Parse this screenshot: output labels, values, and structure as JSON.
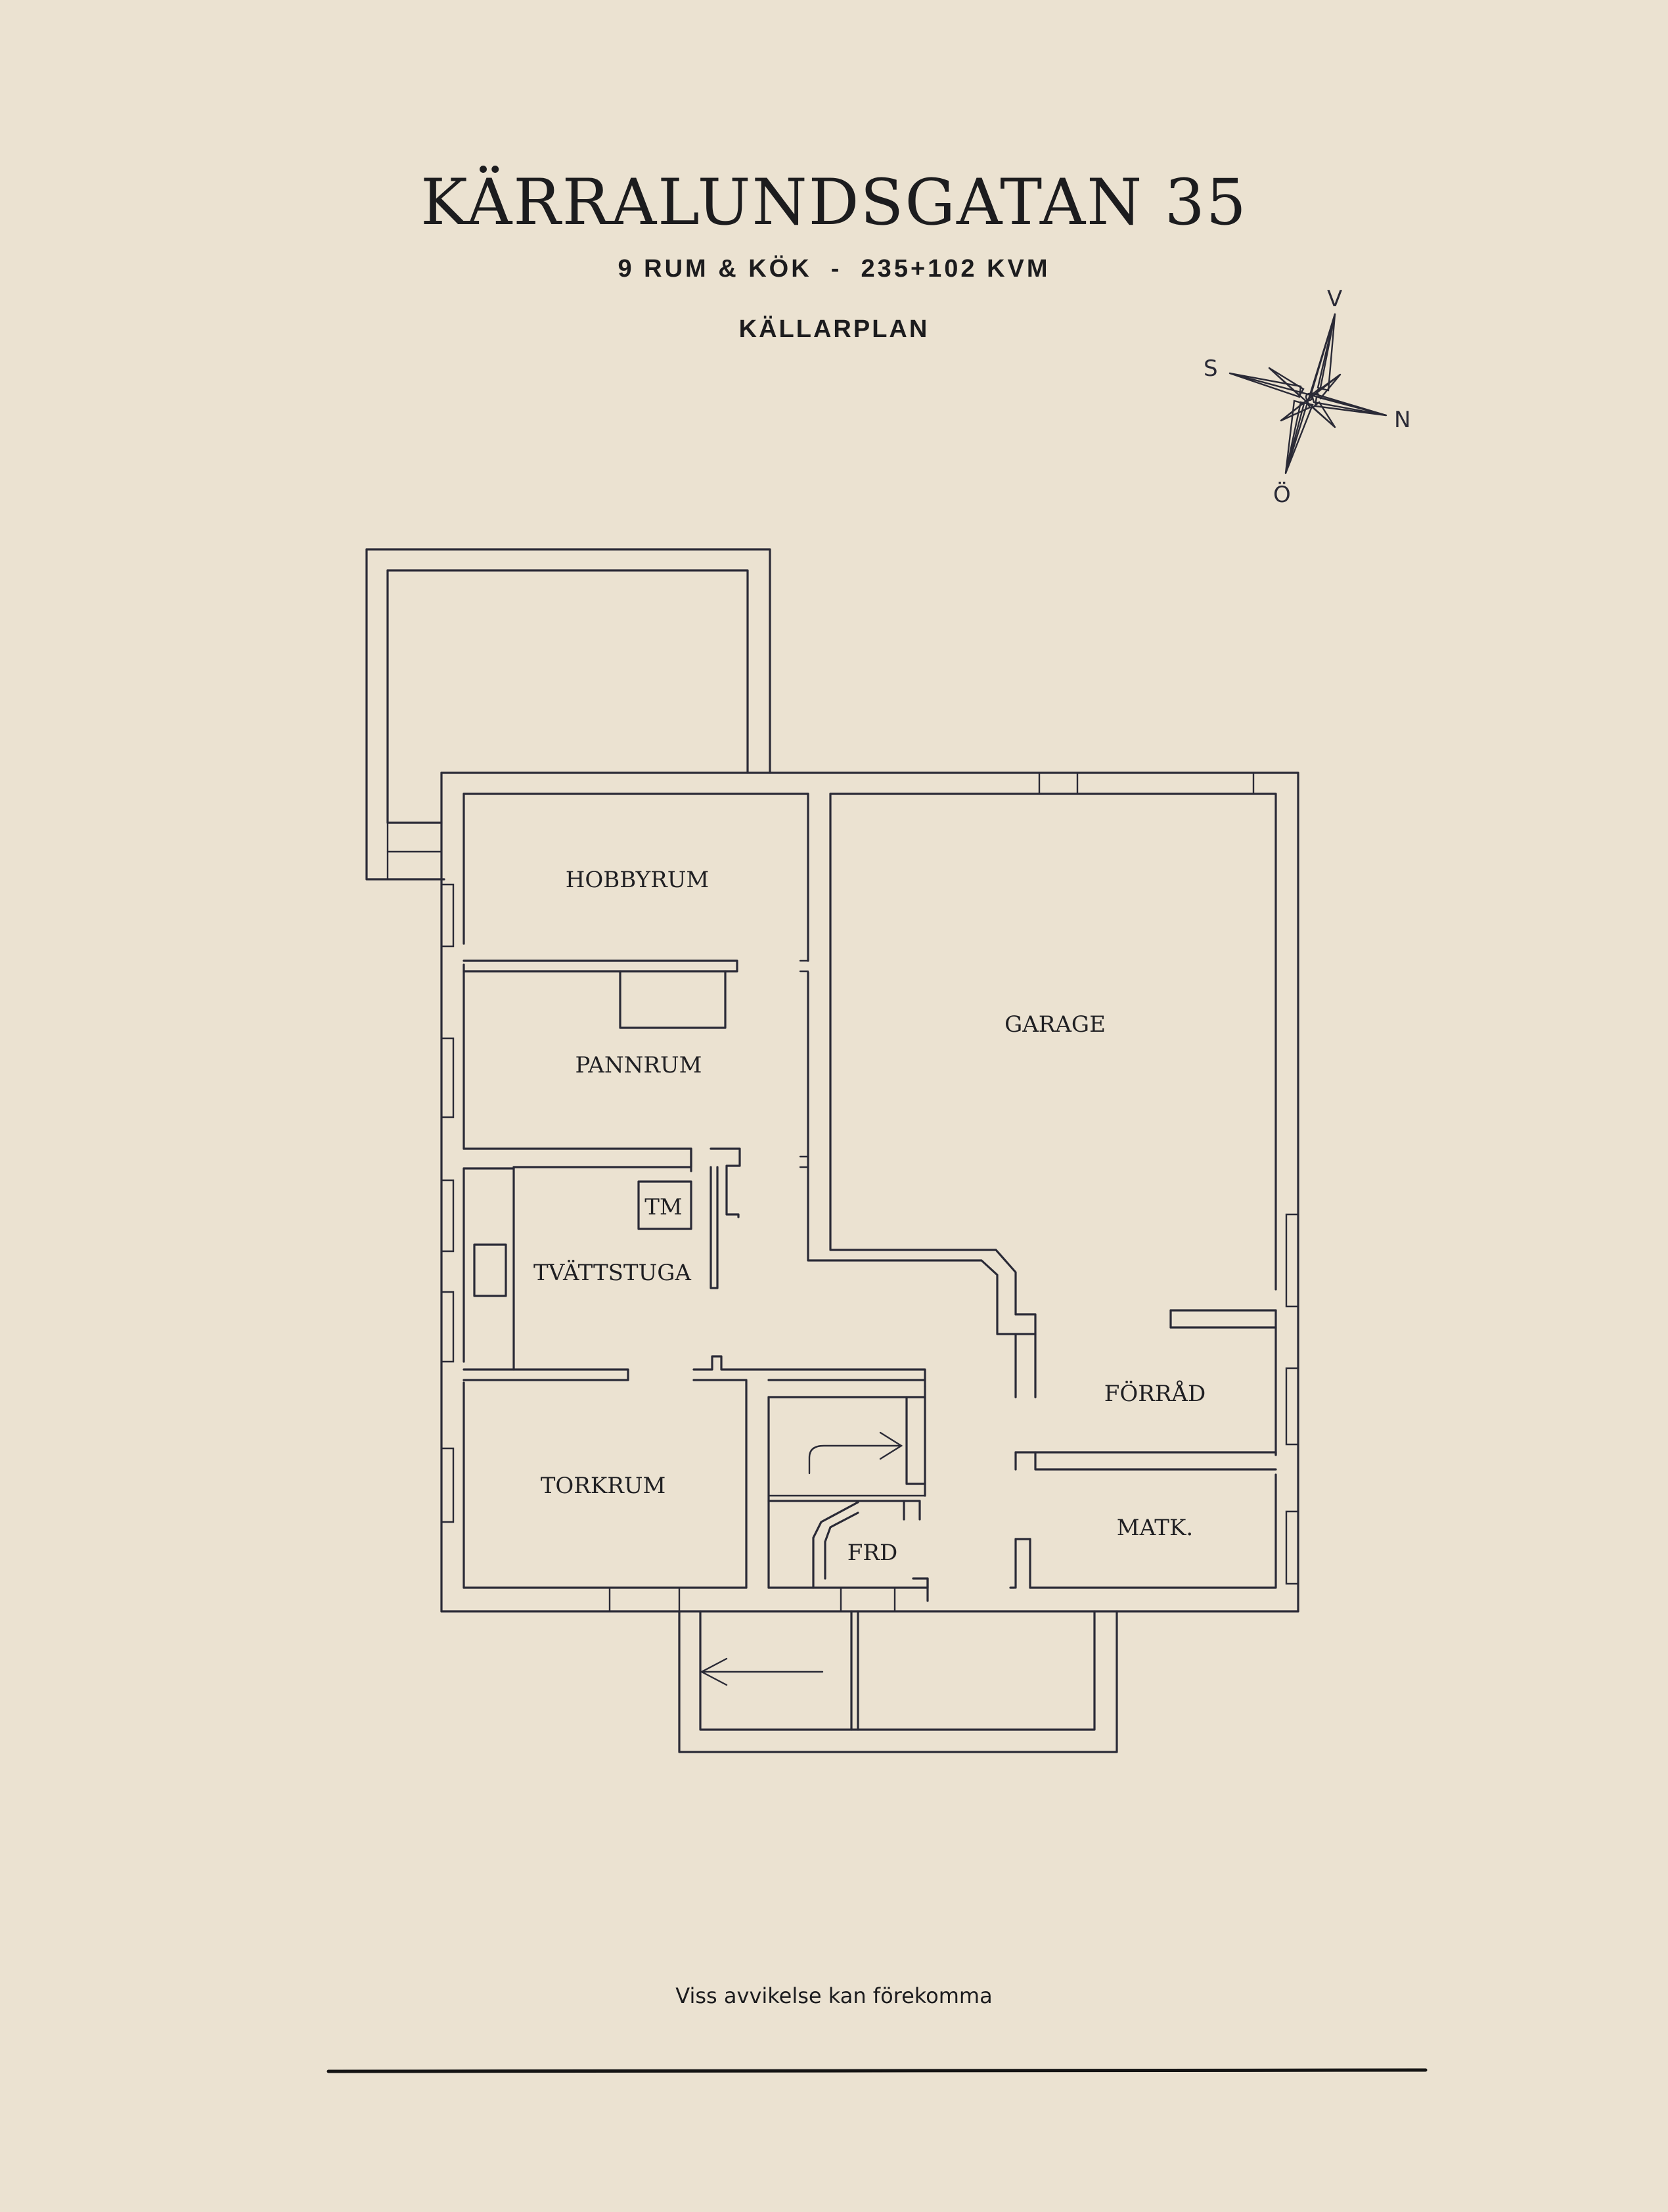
{
  "header": {
    "title": "KÄRRALUNDSGATAN 35",
    "subtitle": "9 RUM & KÖK  -  235+102 KVM",
    "plan_level": "KÄLLARPLAN"
  },
  "compass": {
    "north": "N",
    "south": "S",
    "east": "Ö",
    "west": "V"
  },
  "rooms": {
    "hobbyrum": "HOBBYRUM",
    "pannrum": "PANNRUM",
    "tm": "TM",
    "tvattstuga": "TVÄTTSTUGA",
    "torkrum": "TORKRUM",
    "garage": "GARAGE",
    "forrad": "FÖRRÅD",
    "matk": "MATK.",
    "frd": "FRD"
  },
  "footer": {
    "disclaimer": "Viss avvikelse kan förekomma"
  }
}
